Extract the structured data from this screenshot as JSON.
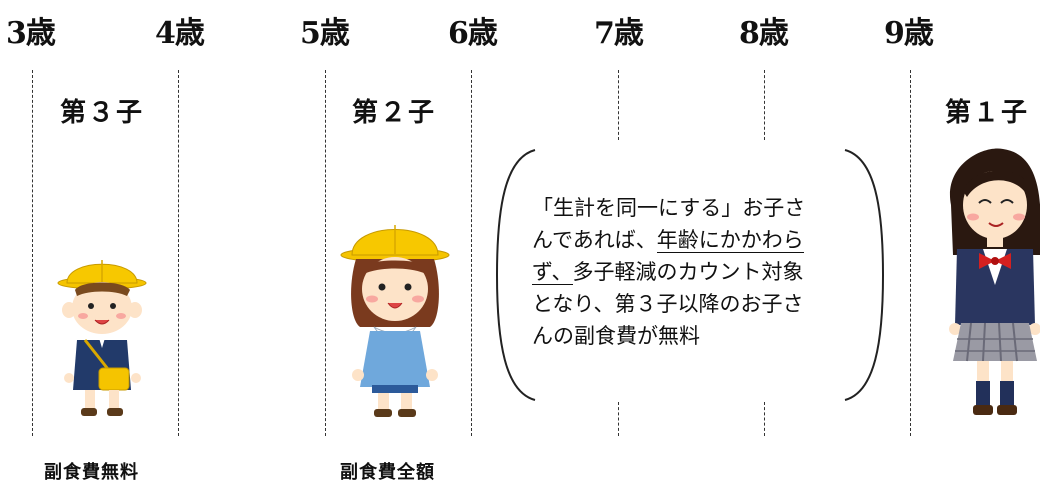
{
  "ages": [
    "3歳",
    "4歳",
    "5歳",
    "6歳",
    "7歳",
    "8歳",
    "9歳"
  ],
  "children": {
    "third": "第３子",
    "second": "第２子",
    "first": "第１子"
  },
  "meal_labels": {
    "third": "副食費無料",
    "second": "副食費全額"
  },
  "note": {
    "line1": "「生計を同一にする」お子さ",
    "line2a": "んであれば、",
    "line2b": "年齢にかかわら",
    "line3a": "ず、",
    "line3b": "多子軽減のカウント対象",
    "line4": "となり、第３子以降のお子さ",
    "line5": "んの副食費が無料"
  },
  "icons": [
    "kindergarten-boy-icon",
    "kindergarten-girl-icon",
    "schoolgirl-icon"
  ]
}
